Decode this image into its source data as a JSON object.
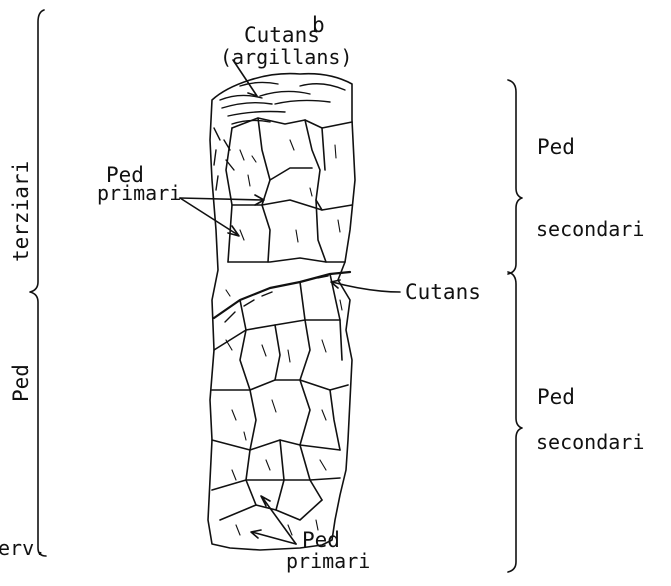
{
  "figure": {
    "panel_letter": "b",
    "labels": {
      "cutans_argillans_line1": "Cutans",
      "cutans_argillans_line2": "(argillans)",
      "ped_primari_upper_line1": "Ped",
      "ped_primari_upper_line2": "primari",
      "ped_secondari_upper_line1": "Ped",
      "ped_secondari_upper_line2": "secondari",
      "cutans_mid": "Cutans",
      "ped_secondari_lower_line1": "Ped",
      "ped_secondari_lower_line2": "secondari",
      "ped_primari_lower_line1": "Ped",
      "ped_primari_lower_line2": "primari",
      "left_vertical_top": "terziari",
      "left_vertical_bottom": "Ped",
      "bottom_left_fragment": "erv."
    }
  }
}
